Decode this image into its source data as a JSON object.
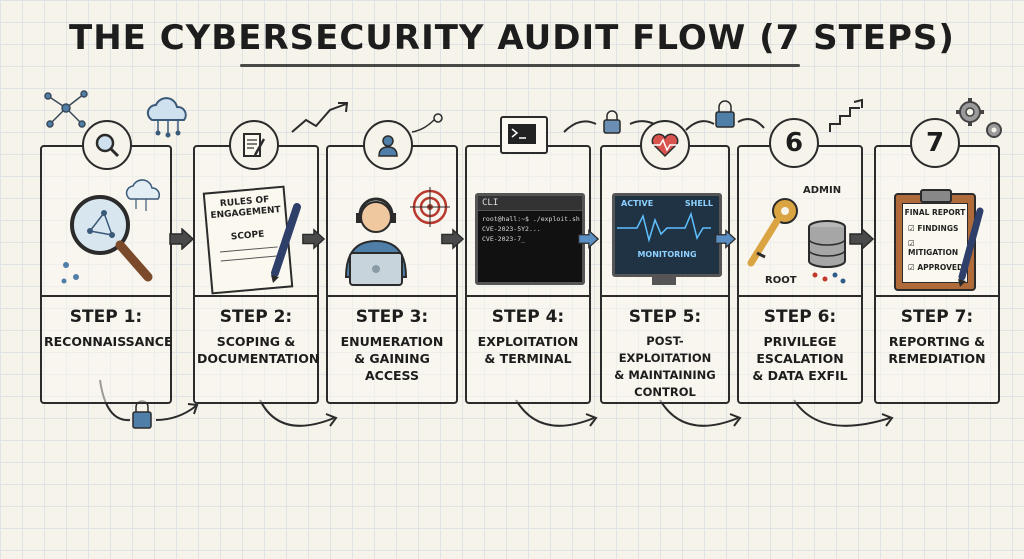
{
  "title": "THE CYBERSECURITY AUDIT FLOW (7 STEPS)",
  "steps": [
    {
      "label": "STEP 1:",
      "sub": "RECONNAISSANCE"
    },
    {
      "label": "STEP 2:",
      "sub": "SCOPING &\nDOCUMENTATION"
    },
    {
      "label": "STEP 3:",
      "sub": "ENUMERATION\n& GAINING ACCESS"
    },
    {
      "label": "STEP 4:",
      "sub": "EXPLOITATION\n& TERMINAL"
    },
    {
      "label": "STEP 5:",
      "sub": "POST-EXPLOITATION\n& MAINTAINING\nCONTROL"
    },
    {
      "label": "STEP 6:",
      "sub": "PRIVILEGE\nESCALATION\n& DATA EXFIL"
    },
    {
      "label": "STEP 7:",
      "sub": "REPORTING &\nREMEDIATION"
    }
  ],
  "badges": {
    "step6": "6",
    "step7": "7"
  },
  "illustrations": {
    "step2_doc_title": "RULES OF\nENGAGEMENT",
    "step2_doc_scope": "SCOPE",
    "step4_terminal_title": "CLI",
    "step4_terminal_lines": [
      "root@hall:~$ ./exploit.sh",
      "CVE-2023-5Y2...",
      "CVE-2023-7_"
    ],
    "step5_monitor_active": "ACTIVE",
    "step5_monitor_shell": "SHELL",
    "step5_monitor_footer": "MONITORING",
    "step6_admin": "ADMIN",
    "step6_root": "ROOT",
    "step7_report_title": "FINAL REPORT",
    "step7_items": [
      "FINDINGS",
      "MITIGATION",
      "APPROVED"
    ]
  }
}
